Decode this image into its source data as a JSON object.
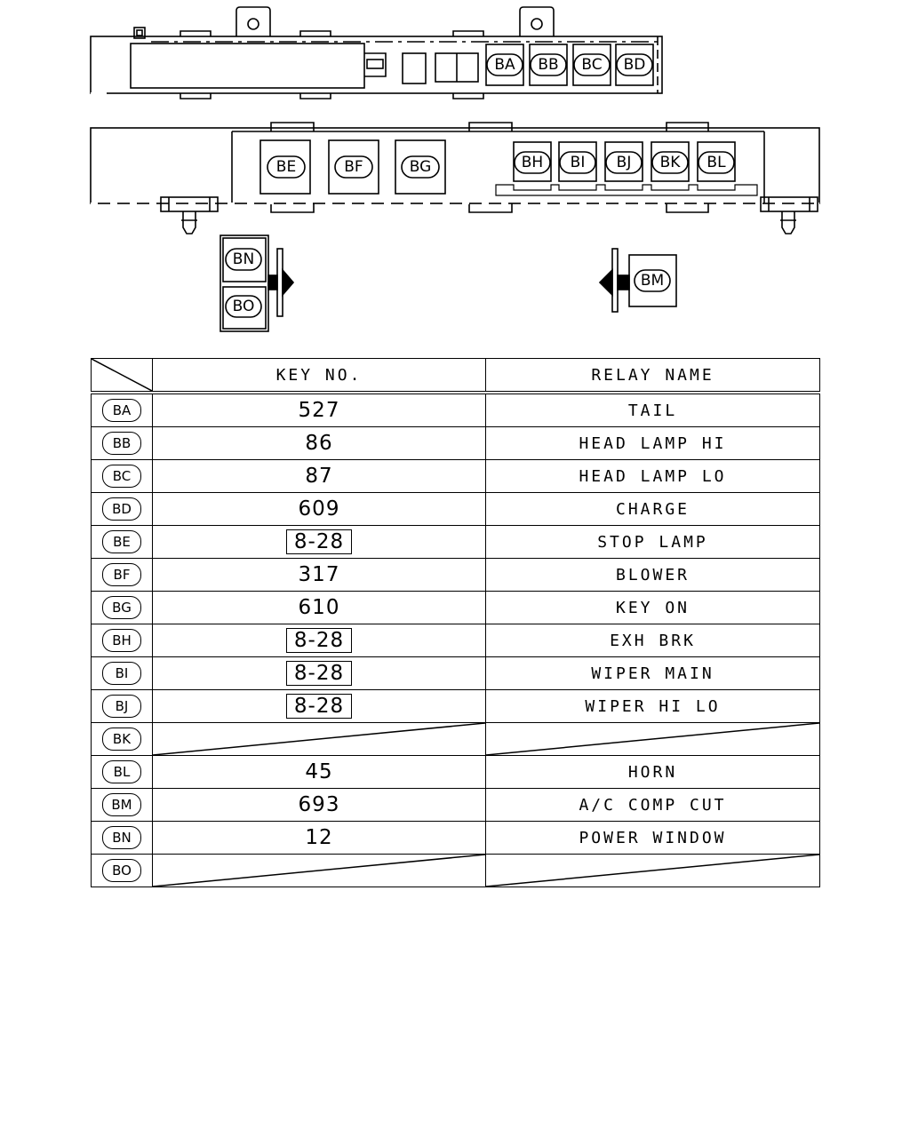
{
  "diagram": {
    "upper_box_codes": [
      "BA",
      "BB",
      "BC",
      "BD"
    ],
    "lower_box_codes": [
      "BE",
      "BF",
      "BG",
      "BH",
      "BI",
      "BJ",
      "BK",
      "BL"
    ],
    "side_left_codes": [
      "BN",
      "BO"
    ],
    "side_right_codes": [
      "BM"
    ]
  },
  "table": {
    "headers": {
      "key_no": "KEY NO.",
      "relay_name": "RELAY NAME"
    },
    "rows": [
      {
        "code": "BA",
        "key": "527",
        "boxed": false,
        "relay": "TAIL",
        "empty": false
      },
      {
        "code": "BB",
        "key": "86",
        "boxed": false,
        "relay": "HEAD LAMP HI",
        "empty": false
      },
      {
        "code": "BC",
        "key": "87",
        "boxed": false,
        "relay": "HEAD LAMP LO",
        "empty": false
      },
      {
        "code": "BD",
        "key": "609",
        "boxed": false,
        "relay": "CHARGE",
        "empty": false
      },
      {
        "code": "BE",
        "key": "8-28",
        "boxed": true,
        "relay": "STOP LAMP",
        "empty": false
      },
      {
        "code": "BF",
        "key": "317",
        "boxed": false,
        "relay": "BLOWER",
        "empty": false
      },
      {
        "code": "BG",
        "key": "610",
        "boxed": false,
        "relay": "KEY ON",
        "empty": false
      },
      {
        "code": "BH",
        "key": "8-28",
        "boxed": true,
        "relay": "EXH BRK",
        "empty": false
      },
      {
        "code": "BI",
        "key": "8-28",
        "boxed": true,
        "relay": "WIPER MAIN",
        "empty": false
      },
      {
        "code": "BJ",
        "key": "8-28",
        "boxed": true,
        "relay": "WIPER HI LO",
        "empty": false
      },
      {
        "code": "BK",
        "key": "",
        "boxed": false,
        "relay": "",
        "empty": true
      },
      {
        "code": "BL",
        "key": "45",
        "boxed": false,
        "relay": "HORN",
        "empty": false
      },
      {
        "code": "BM",
        "key": "693",
        "boxed": false,
        "relay": "A/C COMP CUT",
        "empty": false
      },
      {
        "code": "BN",
        "key": "12",
        "boxed": false,
        "relay": "POWER WINDOW",
        "empty": false
      },
      {
        "code": "BO",
        "key": "",
        "boxed": false,
        "relay": "",
        "empty": true
      }
    ]
  }
}
